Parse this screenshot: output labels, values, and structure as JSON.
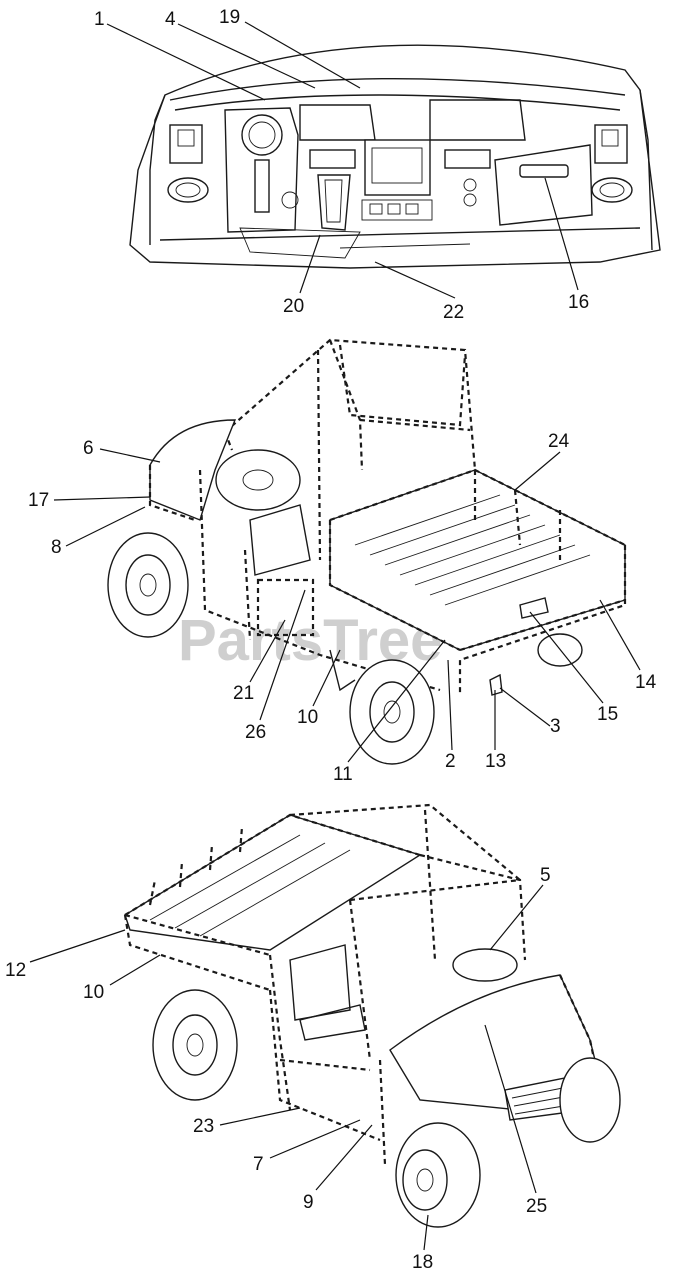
{
  "watermark": "PartsTree",
  "callouts": {
    "top": [
      "1",
      "4",
      "19",
      "20",
      "22",
      "16"
    ],
    "middle": [
      "6",
      "24",
      "17",
      "8",
      "21",
      "26",
      "10",
      "11",
      "2",
      "13",
      "3",
      "15",
      "14"
    ],
    "bottom": [
      "5",
      "12",
      "10",
      "23",
      "7",
      "9",
      "25",
      "18"
    ]
  }
}
